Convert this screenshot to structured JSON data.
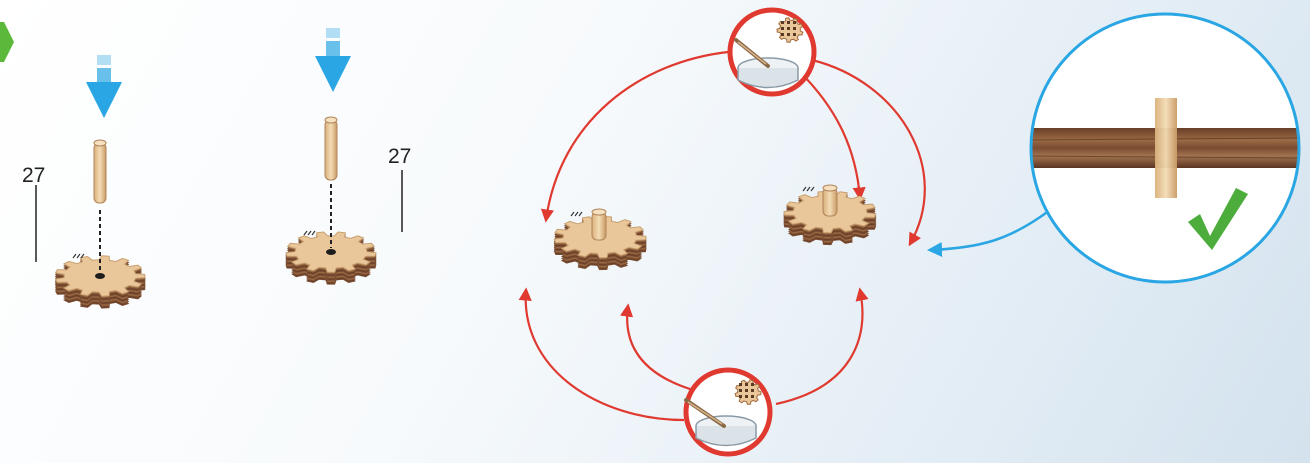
{
  "step_marker": {
    "color": "#5cb83a"
  },
  "part_labels": [
    {
      "id": "left-gear-part-number",
      "text": "27"
    },
    {
      "id": "middle-gear-part-number",
      "text": "27"
    }
  ],
  "colors": {
    "arrow_blue": "#29a6e3",
    "cycle_red": "#e03a30",
    "wood_top": "#e9c79b",
    "wood_side": "#7c4f33",
    "zoom_circle_border": "#29a6e3",
    "check_green": "#4cad3c"
  },
  "icons": [
    "down-arrow-icon",
    "gear-icon",
    "peg-icon",
    "glue-dish-icon",
    "magnifier-circle-icon",
    "checkmark-icon",
    "cycle-arrow-icon"
  ]
}
